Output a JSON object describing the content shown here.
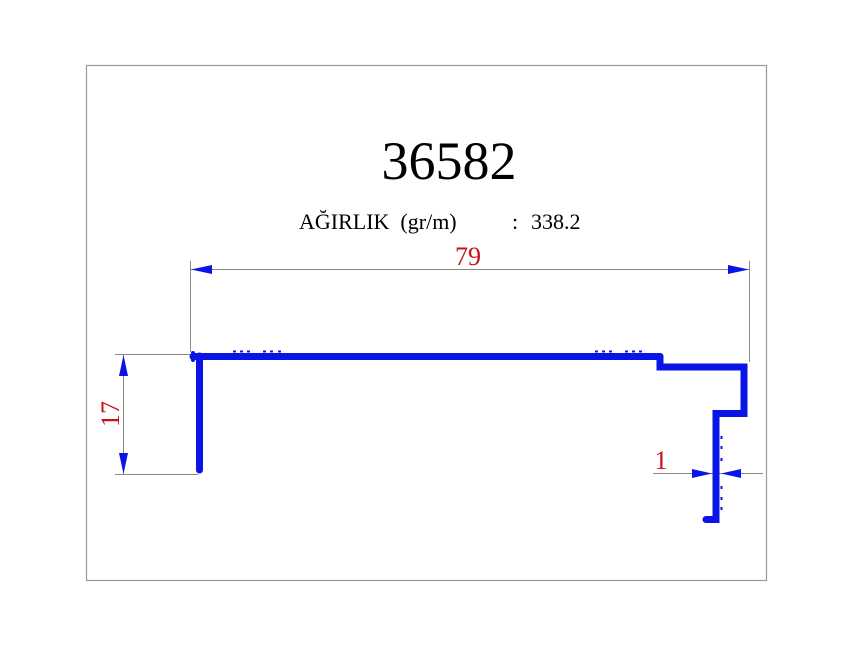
{
  "drawing": {
    "part_number": "36582",
    "weight_label": "AĞIRLIK  (gr/m)",
    "weight_separator": ":",
    "weight_value": "338.2",
    "dimensions": {
      "width": "79",
      "height": "17",
      "thickness": "1"
    }
  },
  "colors": {
    "profile": "#0a14e6",
    "dimension_text": "#c8101a",
    "arrow": "#0a14e6",
    "text": "#000000",
    "frame": "#9a9a9a"
  }
}
